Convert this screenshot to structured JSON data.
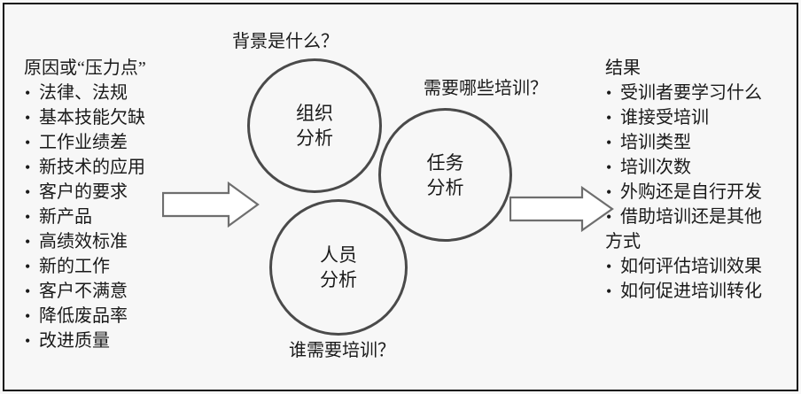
{
  "diagram": {
    "title_text": "",
    "accent_color": "#4a4a4a",
    "background_color": "#f7f7f7",
    "frame_color": "#111111"
  },
  "left_column": {
    "heading": "原因或“压力点”",
    "bullets": [
      "法律、法规",
      "基本技能欠缺",
      "工作业绩差",
      "新技术的应用",
      "客户的要求",
      "新产品",
      "高绩效标准",
      "新的工作",
      "客户不满意",
      "降低废品率",
      "改进质量"
    ]
  },
  "right_column": {
    "heading": "结果",
    "bullets": [
      {
        "text": "受训者要学习什么",
        "continuation": false
      },
      {
        "text": "谁接受培训",
        "continuation": false
      },
      {
        "text": "培训类型",
        "continuation": false
      },
      {
        "text": "培训次数",
        "continuation": false
      },
      {
        "text": "外购还是自行开发",
        "continuation": false
      },
      {
        "text": "借助培训还是其他",
        "continuation": false
      },
      {
        "text": "方式",
        "continuation": true
      },
      {
        "text": "如何评估培训效果",
        "continuation": false
      },
      {
        "text": "如何促进培训转化",
        "continuation": false
      }
    ]
  },
  "circles": {
    "organization": {
      "line1": "组织",
      "line2": "分析"
    },
    "task": {
      "line1": "任务",
      "line2": "分析"
    },
    "person": {
      "line1": "人员",
      "line2": "分析"
    }
  },
  "questions": {
    "top": "背景是什么？",
    "right": "需要哪些培训？",
    "bottom": "谁需要培训？"
  },
  "arrows": {
    "left_label": "input-arrow",
    "right_label": "output-arrow"
  }
}
